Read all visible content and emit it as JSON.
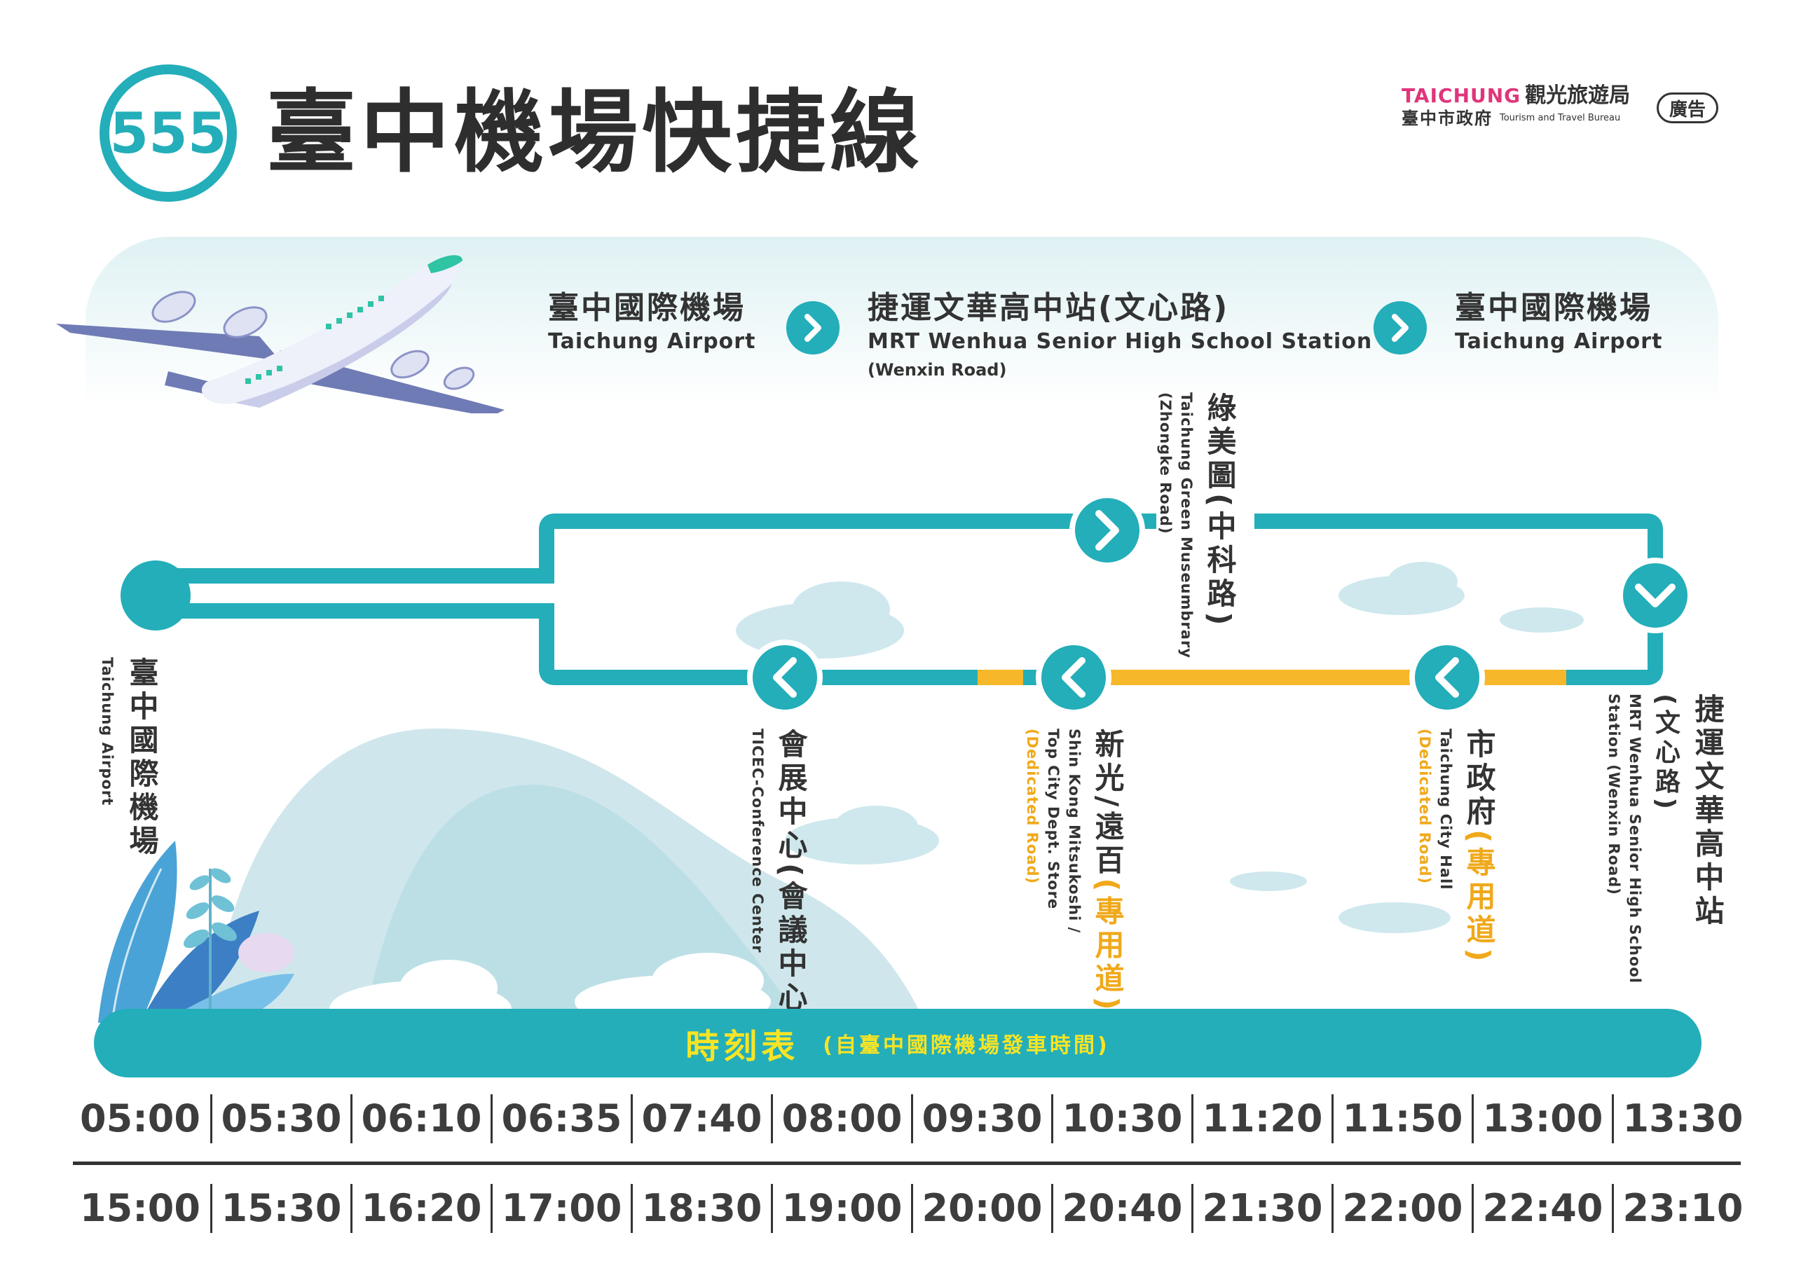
{
  "header": {
    "route_number": "555",
    "title": "臺中機場快捷線",
    "logo_brand": "TAICHUNG",
    "logo_bureau_zh": "觀光旅遊局",
    "logo_city_zh": "臺中市政府",
    "logo_bureau_en": "Tourism and Travel Bureau",
    "ad_label": "廣告"
  },
  "overview": [
    {
      "zh": "臺中國際機場",
      "en": "Taichung Airport"
    },
    {
      "zh": "捷運文華高中站(文心路)",
      "en": "MRT Wenhua Senior High School Station",
      "en2": "(Wenxin Road)"
    },
    {
      "zh": "臺中國際機場",
      "en": "Taichung Airport"
    }
  ],
  "stations": {
    "airport": {
      "zh": "臺中國際機場",
      "en": "Taichung Airport"
    },
    "green_museum": {
      "zh": "綠美圖(中科路)",
      "en": "Taichung Green Museumbrary",
      "en2": "(Zhongke Road)"
    },
    "mrt_wenhua": {
      "zh1": "捷運文華高中站",
      "zh2": "(文心路)",
      "en": "MRT Wenhua Senior High School",
      "en2": "Station (Wenxin Road)"
    },
    "city_hall": {
      "zh": "市政府",
      "zh_note": "(專用道)",
      "en": "Taichung City Hall",
      "en_note": "(Dedicated Road)"
    },
    "shinkong": {
      "zh": "新光/遠百",
      "zh_note": "(專用道)",
      "en": "Shin Kong Mitsukoshi /",
      "en2": "Top City Dept. Store",
      "en_note": "(Dedicated Road)"
    },
    "ticec": {
      "zh": "會展中心(會議中心)",
      "en": "TICEC-Conference Center"
    }
  },
  "timetable": {
    "title": "時刻表",
    "subtitle": "(自臺中國際機場發車時間)",
    "row1": [
      "05:00",
      "05:30",
      "06:10",
      "06:35",
      "07:40",
      "08:00",
      "09:30",
      "10:30",
      "11:20",
      "11:50",
      "13:00",
      "13:30"
    ],
    "row2": [
      "15:00",
      "15:30",
      "16:20",
      "17:00",
      "18:30",
      "19:00",
      "20:00",
      "20:40",
      "21:30",
      "22:00",
      "22:40",
      "23:10"
    ]
  },
  "colors": {
    "teal": "#23aeb9",
    "dedicated_road": "#f6b72a",
    "timetable_title": "#f7e425",
    "brand": "#e0357a",
    "text": "#333333"
  }
}
